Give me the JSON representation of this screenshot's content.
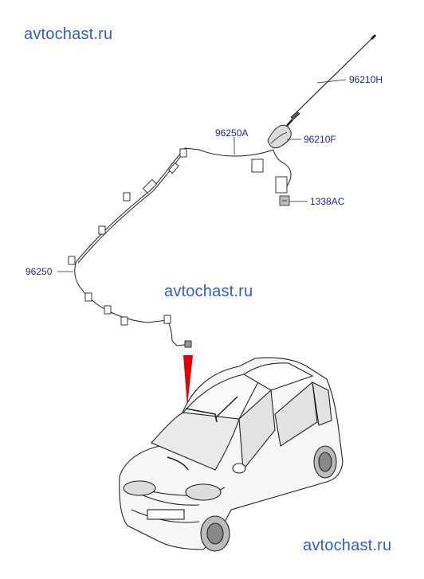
{
  "watermarks": {
    "top": "avtochast.ru",
    "middle": "avtochast.ru",
    "bottom": "avtochast.ru"
  },
  "parts": {
    "antenna_pole": "96210H",
    "antenna_base": "96210F",
    "cable_a": "96250A",
    "bolt": "1338AC",
    "cable": "96250"
  },
  "colors": {
    "watermark": "#2f5fc4",
    "part_label": "#1a2a8a",
    "pointer": "#e00000",
    "linework": "#222222"
  }
}
